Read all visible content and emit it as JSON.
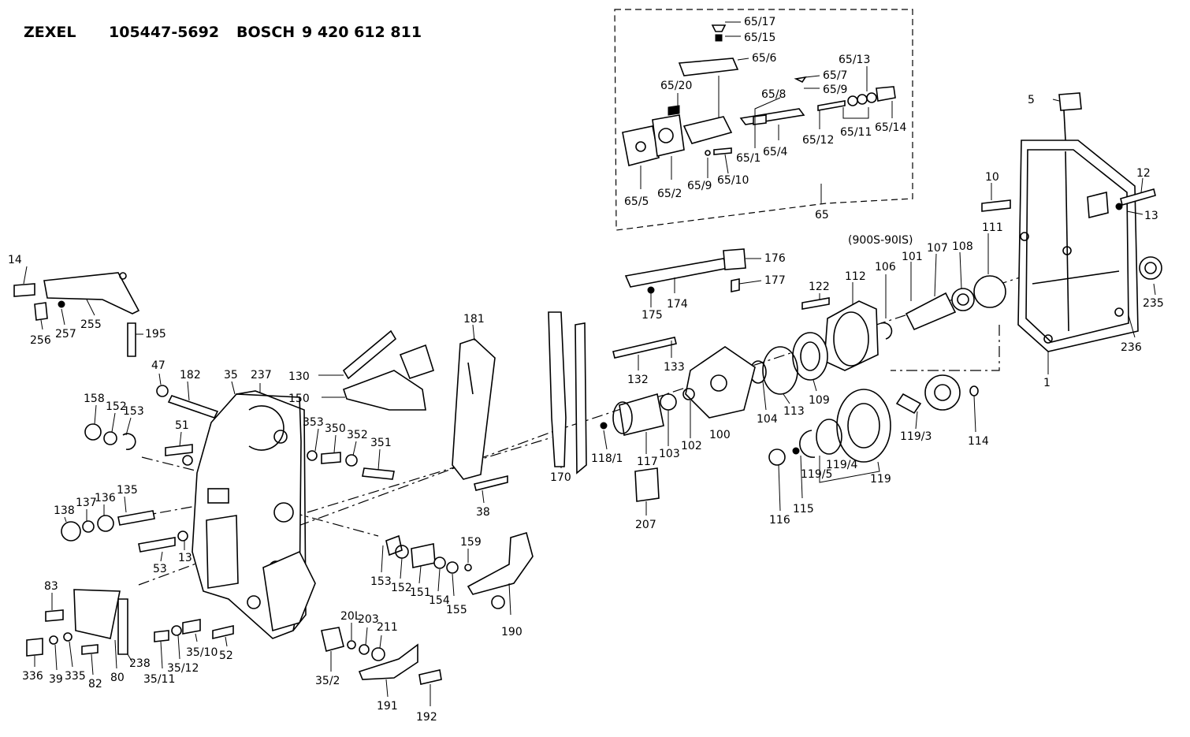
{
  "header": {
    "brand1": "ZEXEL",
    "part_no1": "105447-5692",
    "brand2": "BOSCH",
    "part_no2": "9 420 612 811"
  },
  "inset": {
    "label": "65"
  },
  "callouts": {
    "c65_17": "65/17",
    "c65_15": "65/15",
    "c65_6": "65/6",
    "c65_13": "65/13",
    "c65_7": "65/7",
    "c65_9a": "65/9",
    "c65_20": "65/20",
    "c65_8": "65/8",
    "c65_12": "65/12",
    "c65_11": "65/11",
    "c65_14": "65/14",
    "c65_1": "65/1",
    "c65_4": "65/4",
    "c65_5": "65/5",
    "c65_2": "65/2",
    "c65_9b": "65/9",
    "c65_10": "65/10",
    "c5": "5",
    "c10": "10",
    "c12": "12",
    "c13a": "13",
    "c235": "235",
    "c236": "236",
    "c1": "1",
    "c111": "111",
    "c108": "108",
    "c107": "107",
    "c101": "101",
    "c106": "106",
    "c9005": "(900S-90IS)",
    "c112": "112",
    "c122": "122",
    "c176": "176",
    "c177": "177",
    "c174": "174",
    "c175": "175",
    "c132": "132",
    "c133": "133",
    "c100": "100",
    "c104": "104",
    "c113": "113",
    "c109": "109",
    "c114": "114",
    "c119_3": "119/3",
    "c119_4": "119/4",
    "c119_5": "119/5",
    "c119": "119",
    "c115": "115",
    "c116": "116",
    "c102": "102",
    "c103": "103",
    "c117": "117",
    "c118_1": "118/1",
    "c207": "207",
    "c170": "170",
    "c181": "181",
    "c38": "38",
    "c130": "130",
    "c150": "150",
    "c14": "14",
    "c256": "256",
    "c257": "257",
    "c255": "255",
    "c195": "195",
    "c47": "47",
    "c182": "182",
    "c35": "35",
    "c237": "237",
    "c158": "158",
    "c152a": "152",
    "c153a": "153",
    "c51": "51",
    "c353": "353",
    "c350": "350",
    "c352": "352",
    "c351": "351",
    "c138": "138",
    "c137": "137",
    "c136": "136",
    "c135": "135",
    "c53": "53",
    "c13b": "13",
    "c159": "159",
    "c153b": "153",
    "c152b": "152",
    "c151": "151",
    "c154": "154",
    "c155": "155",
    "c190": "190",
    "c83": "83",
    "c336": "336",
    "c39": "39",
    "c335": "335",
    "c82": "82",
    "c80": "80",
    "c238": "238",
    "c35_11": "35/11",
    "c35_12": "35/12",
    "c35_10": "35/10",
    "c52": "52",
    "c35_2": "35/2",
    "c201": "20L",
    "c203": "203",
    "c211": "211",
    "c191": "191",
    "c192": "192"
  }
}
